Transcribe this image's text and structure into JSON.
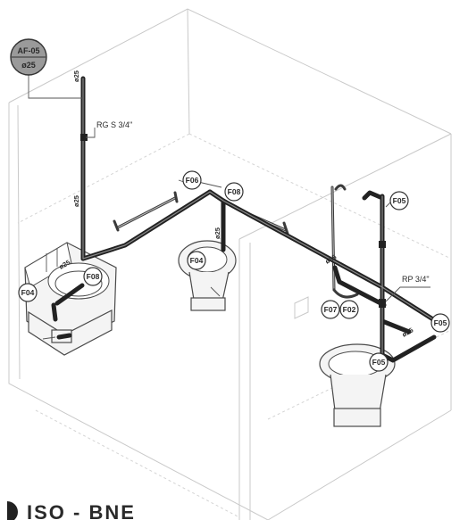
{
  "riser_tag": {
    "code": "AF-05",
    "diameter": "ø25"
  },
  "notes": {
    "register": "RG S 3/4\"",
    "pressure_valve": "RP 3/4\""
  },
  "pipe_labels": {
    "riser_upper": "ø25",
    "riser_lower": "ø25",
    "wc_branch": "ø25",
    "joint_right": "ø25",
    "right_low": "ø25",
    "sink_branch": "ø25"
  },
  "fixture_tags": {
    "f06": "F06",
    "f08_top": "F08",
    "f05_top": "F05",
    "f04_wc": "F04",
    "f08_sink": "F08",
    "f04_sink": "F04",
    "f07": "F07",
    "f02": "F02",
    "f05_right": "F05",
    "f05_bottom": "F05"
  },
  "footer_label": "ISO - BNE",
  "colors": {
    "pipe": "#222222",
    "tag_fill": "#9a9a9a",
    "wall": "#c9c9c9"
  }
}
